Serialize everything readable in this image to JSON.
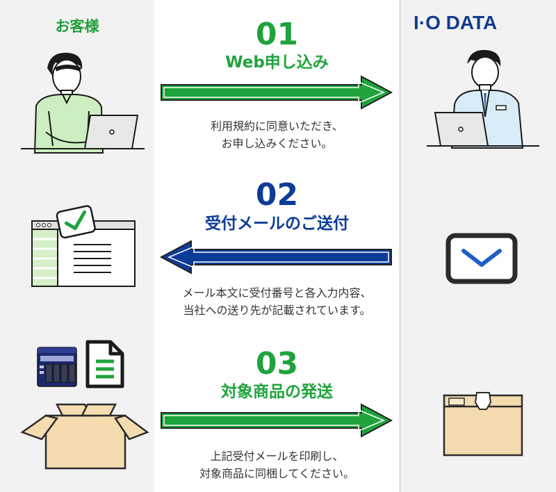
{
  "left_column": {
    "title": "お客様"
  },
  "right_column": {
    "logo_text": "I·O DATA"
  },
  "steps": [
    {
      "number": "01",
      "title": "Web申し込み",
      "desc_line1": "利用規約に同意いただき、",
      "desc_line2": "お申し込みください。",
      "color": "#1fa33c",
      "direction": "right"
    },
    {
      "number": "02",
      "title": "受付メールのご送付",
      "desc_line1": "メール本文に受付番号と各入力内容、",
      "desc_line2": "当社への送り先が記載されています。",
      "color": "#0d3c98",
      "direction": "left"
    },
    {
      "number": "03",
      "title": "対象商品の発送",
      "desc_line1": "上記受付メールを印刷し、",
      "desc_line2": "対象商品に同梱してください。",
      "color": "#1fa33c",
      "direction": "right"
    }
  ],
  "colors": {
    "green": "#1fa33c",
    "blue": "#0d3c98",
    "box": "#f4dcb0",
    "box_stroke": "#2b2b2b"
  }
}
